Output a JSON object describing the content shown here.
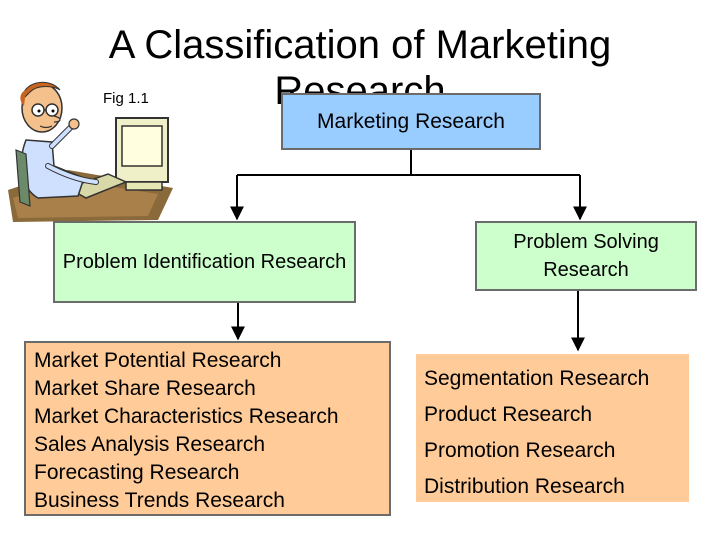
{
  "title": "A Classification of Marketing Research",
  "fig_label": "Fig 1.1",
  "root": {
    "label": "Marketing Research"
  },
  "branches": [
    {
      "label": "Problem Identification Research",
      "items": [
        "Market Potential Research",
        "Market Share Research",
        "Market Characteristics Research",
        "Sales Analysis Research",
        "Forecasting Research",
        "Business Trends Research"
      ]
    },
    {
      "label": "Problem Solving Research",
      "items": [
        "Segmentation Research",
        "Product Research",
        "Promotion Research",
        "Distribution Research"
      ]
    }
  ],
  "colors": {
    "root_fill": "#99ccff",
    "branch_fill": "#ccffcc",
    "list_fill": "#ffcc99",
    "connector": "#000000"
  },
  "clipart": "cartoon-man-at-computer"
}
